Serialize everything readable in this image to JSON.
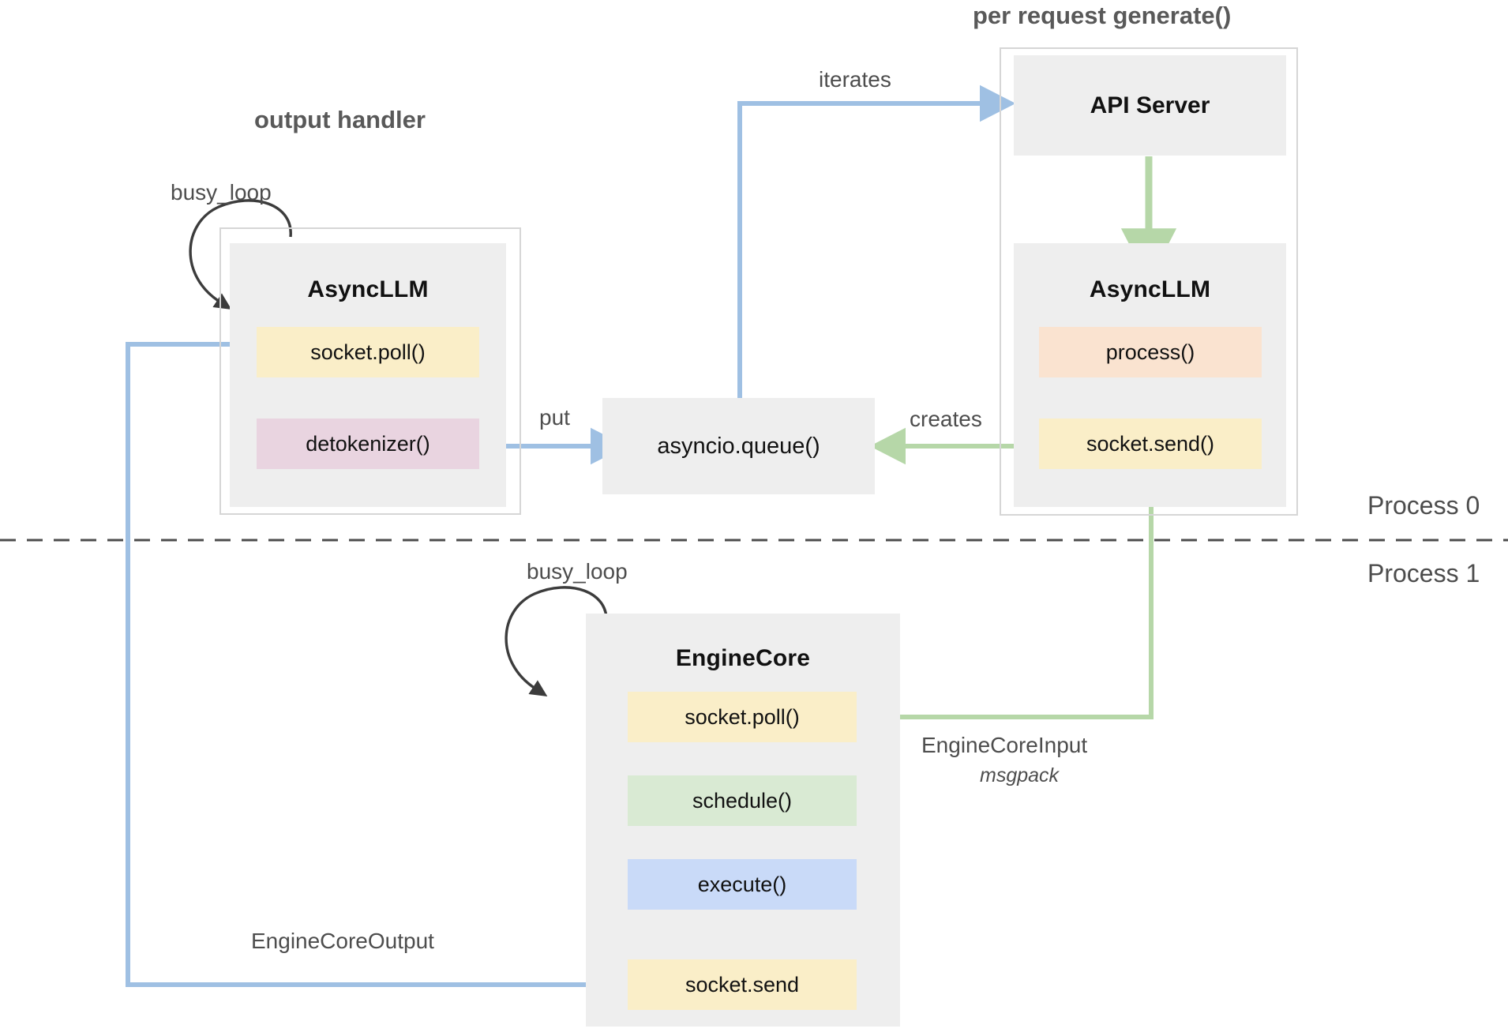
{
  "diagram": {
    "title_groups": [
      {
        "id": "output-handler",
        "label": "output handler"
      },
      {
        "id": "per-request-generate",
        "label": "per request generate()"
      }
    ],
    "process_labels": {
      "process_0": "Process 0",
      "process_1": "Process 1"
    },
    "loop_labels": {
      "left": "busy_loop",
      "engine": "busy_loop"
    },
    "nodes": {
      "async_llm_left": {
        "title": "AsyncLLM",
        "items": [
          {
            "label": "socket.poll()",
            "color": "#faeec8"
          },
          {
            "label": "detokenizer()",
            "color": "#e9d4e0"
          }
        ]
      },
      "api_server": {
        "title": "API Server"
      },
      "async_llm_right": {
        "title": "AsyncLLM",
        "items": [
          {
            "label": "process()",
            "color": "#fae3d0"
          },
          {
            "label": "socket.send()",
            "color": "#faeec8"
          }
        ]
      },
      "asyncio_queue": {
        "title": "asyncio.queue()"
      },
      "engine_core": {
        "title": "EngineCore",
        "items": [
          {
            "label": "socket.poll()",
            "color": "#faeec8"
          },
          {
            "label": "schedule()",
            "color": "#d9ead3"
          },
          {
            "label": "execute()",
            "color": "#c9daf8"
          },
          {
            "label": "socket.send",
            "color": "#faeec8"
          }
        ]
      }
    },
    "edges": [
      {
        "id": "iterates",
        "label": "iterates",
        "color": "#9fc0e3"
      },
      {
        "id": "put",
        "label": "put",
        "color": "#9fc0e3"
      },
      {
        "id": "creates",
        "label": "creates",
        "color": "#b6d7a8"
      },
      {
        "id": "engine-core-input",
        "label": "EngineCoreInput",
        "sublabel": "msgpack",
        "color": "#b6d7a8"
      },
      {
        "id": "engine-core-output",
        "label": "EngineCoreOutput",
        "color": "#9fc0e3"
      },
      {
        "id": "api-to-asyncllm",
        "label": "",
        "color": "#b6d7a8"
      }
    ],
    "colors": {
      "blue_arrow": "#9fc0e3",
      "green_arrow": "#b6d7a8",
      "panel_gray": "#eeeeee",
      "outline_gray": "#d6d6d6",
      "text_dark": "#111111",
      "text_muted": "#4d4d4d",
      "loop_arrow": "#3c3c3c",
      "divider": "#4d4d4d"
    }
  }
}
